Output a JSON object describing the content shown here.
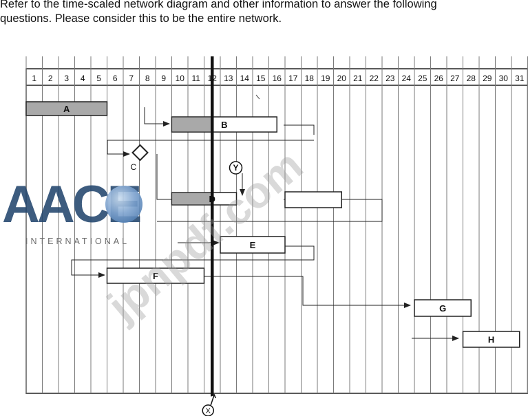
{
  "intro": {
    "line1": "Refer to the time-scaled network diagram and other information to answer the following",
    "line2": "questions. Please consider this to be the entire network."
  },
  "timeline": {
    "columns": [
      "1",
      "2",
      "3",
      "4",
      "5",
      "6",
      "7",
      "8",
      "9",
      "10",
      "11",
      "12",
      "13",
      "14",
      "15",
      "16",
      "17",
      "18",
      "19",
      "20",
      "21",
      "22",
      "23",
      "24",
      "25",
      "26",
      "27",
      "28",
      "29",
      "30",
      "31"
    ]
  },
  "activities": [
    {
      "id": "A",
      "label": "A",
      "start": 1,
      "end": 6,
      "filled": true
    },
    {
      "id": "B",
      "label": "B",
      "start": 10,
      "end": 16.5,
      "filled": true,
      "filled_to": 12.5
    },
    {
      "id": "D",
      "label": "D",
      "start": 10,
      "end": 14,
      "filled": true,
      "filled_to": 12.5,
      "text_at": 12
    },
    {
      "id": "D2",
      "label": "",
      "start": 17,
      "end": 20.5,
      "filled": false
    },
    {
      "id": "E",
      "label": "E",
      "start": 13,
      "end": 17,
      "filled": false
    },
    {
      "id": "F",
      "label": "F",
      "start": 6,
      "end": 12,
      "filled": false
    },
    {
      "id": "G",
      "label": "G",
      "start": 25,
      "end": 28.5,
      "filled": false
    },
    {
      "id": "H",
      "label": "H",
      "start": 28,
      "end": 31.5,
      "filled": false
    }
  ],
  "milestone": {
    "label": "C",
    "at": 8
  },
  "markers": {
    "x": {
      "label": "X",
      "at": 12.5
    },
    "y": {
      "label": "Y",
      "at": 14
    }
  },
  "colors": {
    "bar_fill": "#a9a9a9",
    "grid": "#7a7a7a",
    "line": "#222222",
    "watermark": "#9a9a9a",
    "logo": "#23466e"
  },
  "watermark": {
    "text": "jpnpdf.com"
  },
  "logo": {
    "main": "AACE",
    "sub": "INTERNATIONAL"
  }
}
